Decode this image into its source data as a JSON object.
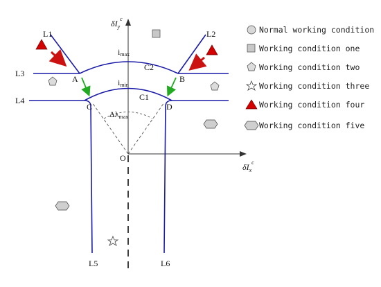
{
  "axes": {
    "y_label": "δI",
    "y_sub": "y",
    "y_sup": "c",
    "x_label": "δI",
    "x_sub": "x",
    "x_sup": "c",
    "origin": "O"
  },
  "lines": {
    "l1": "L1",
    "l2": "L2",
    "l3": "L3",
    "l4": "L4",
    "l5": "L5",
    "l6": "L6"
  },
  "points": {
    "a": "A",
    "b": "B",
    "c": "C",
    "d": "D"
  },
  "arcs": {
    "c1": "C1",
    "c2": "C2",
    "i_max_main": "i",
    "i_max_sub": "max",
    "i_min_main": "i",
    "i_min_sub": "min",
    "delta_main": "Δλ",
    "delta_sub": "max"
  },
  "legend": [
    {
      "label": "Normal working condition",
      "icon": "circle-icon",
      "color": "#d8d8d8"
    },
    {
      "label": "Working condition one",
      "icon": "square-icon",
      "color": "#c8c8c8"
    },
    {
      "label": "Working condition two",
      "icon": "pentagon-icon",
      "color": "#dcdcdc"
    },
    {
      "label": "Working condition three",
      "icon": "star-icon",
      "color": "#ffffff"
    },
    {
      "label": "Working condition four",
      "icon": "triangle-icon",
      "color": "#d40000"
    },
    {
      "label": "Working condition five",
      "icon": "hexagon-icon",
      "color": "#cfcfcf"
    }
  ],
  "colors": {
    "curve": "#1a1aa8",
    "arrow_red": "#cc1111",
    "arrow_green": "#22aa22",
    "axis": "#333333"
  }
}
